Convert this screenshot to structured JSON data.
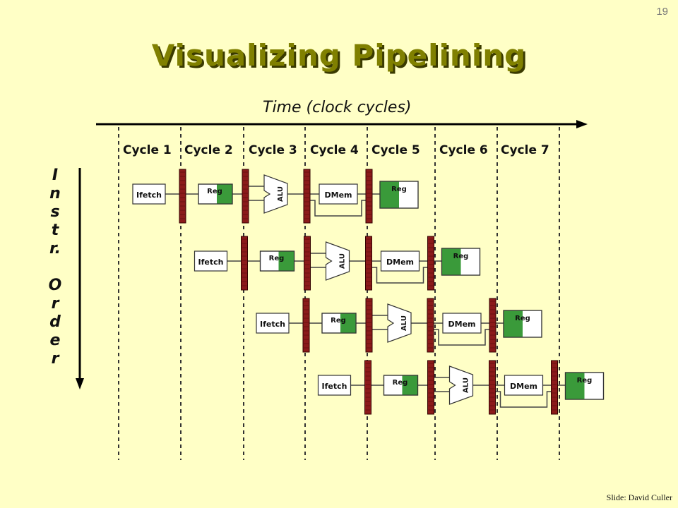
{
  "slide": {
    "page_number": "19",
    "title": "Visualizing Pipelining",
    "time_axis_label": "Time (clock cycles)",
    "cycles": [
      "Cycle 1",
      "Cycle 2",
      "Cycle 3",
      "Cycle 4",
      "Cycle 5",
      "Cycle 6",
      "Cycle 7"
    ],
    "order_axis_label": "I\nn\ns\nt\nr.\n\nO\nr\nd\ne\nr",
    "credit": "Slide: David Culler"
  },
  "stages": {
    "ifetch": "Ifetch",
    "reg": "Reg",
    "alu": "ALU",
    "dmem": "DMem"
  },
  "colors": {
    "background": "#ffffc6",
    "title": "#808000",
    "register_bar": "#8b1a1a",
    "reg_fill": "#3a9a3a"
  }
}
